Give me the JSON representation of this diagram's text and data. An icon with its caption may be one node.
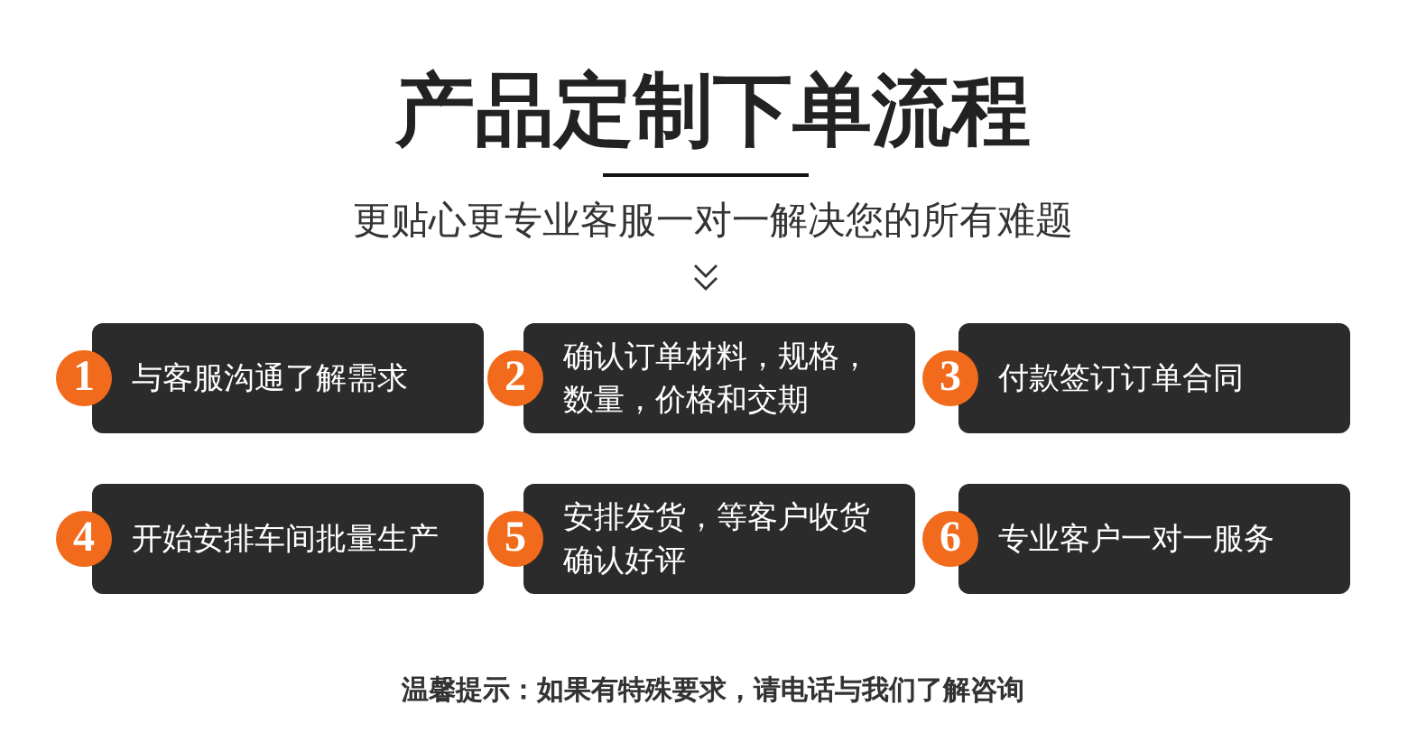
{
  "diagram": {
    "title": "产品定制下单流程",
    "nodes": [
      {
        "text": [
          "1",
          "与客服沟通了解需求"
        ]
      },
      {
        "text": [
          "2",
          "确认订单材料，规格，数量，价格和交期"
        ]
      },
      {
        "text": [
          "3",
          "付款签订订单合同"
        ]
      },
      {
        "text": [
          "4",
          "开始安排车间批量生产"
        ]
      },
      {
        "text": [
          "5",
          "安排发货，等客户收货确认好评"
        ]
      },
      {
        "text": [
          "6",
          "专业客户一对一服务"
        ]
      }
    ],
    "labels": [
      "更贴心更专业客服一对一解决您的所有难题",
      "温馨提示：如果有特殊要求，请电话与我们了解咨询"
    ]
  }
}
